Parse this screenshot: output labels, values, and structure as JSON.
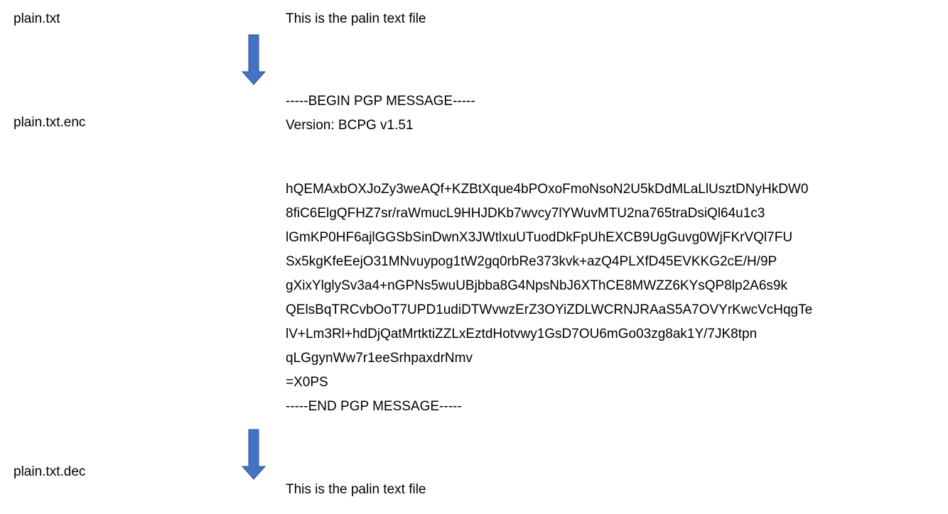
{
  "labels": {
    "plain": "plain.txt",
    "encrypted": "plain.txt.enc",
    "decrypted": "plain.txt.dec"
  },
  "plain_content": "This is the palin text file",
  "encrypted_content": {
    "header": "-----BEGIN PGP MESSAGE-----",
    "version": "Version: BCPG v1.51",
    "body": [
      "hQEMAxbOXJoZy3weAQf+KZBtXque4bPOxoFmoNsoN2U5kDdMLaLlUsztDNyHkDW0",
      "8fiC6ElgQFHZ7sr/raWmucL9HHJDKb7wvcy7lYWuvMTU2na765traDsiQl64u1c3",
      "lGmKP0HF6ajlGGSbSinDwnX3JWtlxuUTuodDkFpUhEXCB9UgGuvg0WjFKrVQl7FU",
      "Sx5kgKfeEejO31MNvuypog1tW2gq0rbRe373kvk+azQ4PLXfD45EVKKG2cE/H/9P",
      "gXixYlglySv3a4+nGPNs5wuUBjbba8G4NpsNbJ6XThCE8MWZZ6KYsQP8lp2A6s9k",
      "QElsBqTRCvbOoT7UPD1udiDTWvwzErZ3OYiZDLWCRNJRAaS5A7OVYrKwcVcHqgTe",
      "lV+Lm3Rl+hdDjQatMrtktiZZLxEztdHotvwy1GsD7OU6mGo03zg8ak1Y/7JK8tpn",
      "qLGgynWw7r1eeSrhpaxdrNmv"
    ],
    "checksum": "=X0PS",
    "footer": "-----END PGP MESSAGE-----"
  },
  "decrypted_content": "This is the palin text file",
  "colors": {
    "arrow_fill": "#4472C4",
    "arrow_stroke": "#2F528F"
  },
  "icons": {
    "flow_arrow": "down-arrow-icon"
  }
}
